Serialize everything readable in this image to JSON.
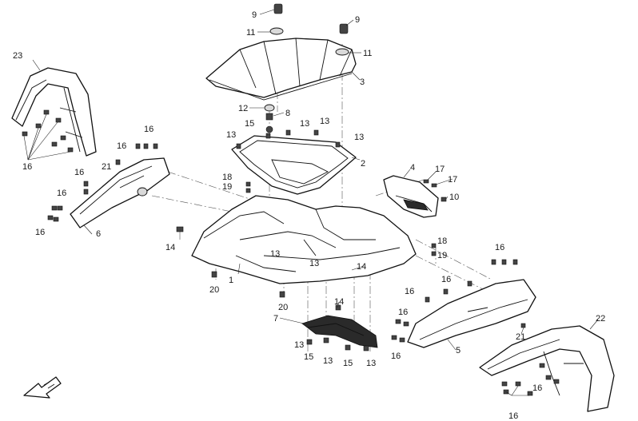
{
  "diagram": {
    "callouts": {
      "c9a": "9",
      "c9b": "9",
      "c11a": "11",
      "c11b": "11",
      "c3": "3",
      "c12": "12",
      "c8": "8",
      "c15a": "15",
      "c13a": "13",
      "c13b": "13",
      "c13c": "13",
      "c13d": "13",
      "c2": "2",
      "c23": "23",
      "c16a": "16",
      "c16b": "16",
      "c16c": "16",
      "c16d": "16",
      "c16e": "16",
      "c21a": "21",
      "c6": "6",
      "c18a": "18",
      "c19a": "19",
      "c4": "4",
      "c17a": "17",
      "c17b": "17",
      "c10": "10",
      "c14a": "14",
      "c13e": "13",
      "c13f": "13",
      "c14b": "14",
      "c1": "1",
      "c20a": "20",
      "c18b": "18",
      "c19b": "19",
      "c16f": "16",
      "c16g": "16",
      "c16h": "16",
      "c16i": "16",
      "c14c": "14",
      "c20b": "20",
      "c7": "7",
      "c13g": "13",
      "c15b": "15",
      "c13h": "13",
      "c15c": "15",
      "c13i": "13",
      "c16j": "16",
      "c21b": "21",
      "c5": "5",
      "c22": "22",
      "c16k": "16",
      "c16l": "16"
    }
  }
}
